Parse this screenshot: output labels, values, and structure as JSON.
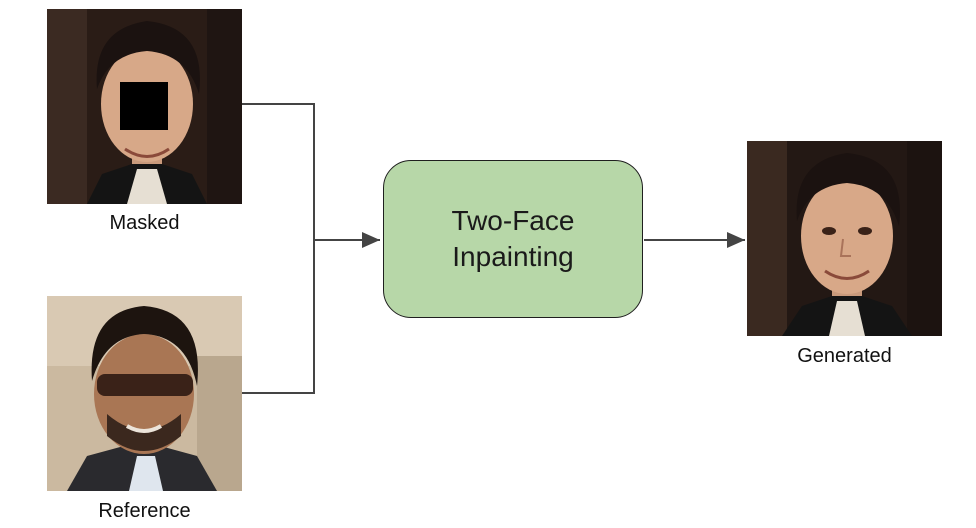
{
  "inputs": {
    "masked": {
      "caption": "Masked",
      "image": "masked-face-photo"
    },
    "reference": {
      "caption": "Reference",
      "image": "reference-face-photo-sunglasses"
    }
  },
  "process": {
    "line1": "Two-Face",
    "line2": "Inpainting",
    "fill_color": "#b7d7a8"
  },
  "output": {
    "caption": "Generated",
    "image": "generated-face-photo"
  },
  "colors": {
    "connector": "#444444"
  }
}
